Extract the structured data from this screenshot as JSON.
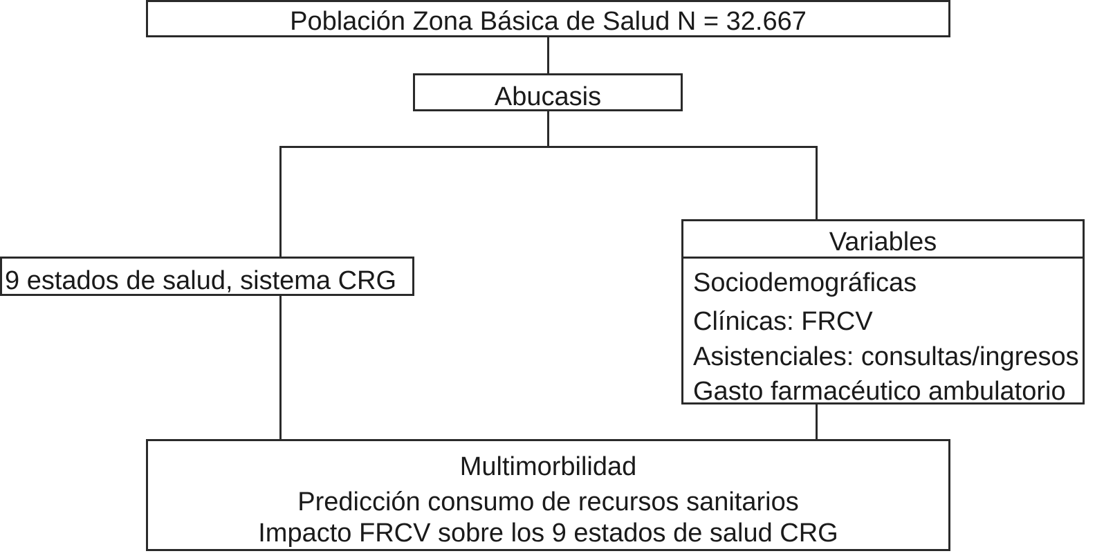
{
  "top_box": {
    "text": "Población Zona Básica de Salud N = 32.667"
  },
  "abucasis_box": {
    "text": "Abucasis"
  },
  "crg_box": {
    "text": "9 estados de salud, sistema CRG"
  },
  "variables_box": {
    "title": "Variables",
    "items": [
      "Sociodemográficas",
      "Clínicas: FRCV",
      "Asistenciales: consultas/ingresos",
      "Gasto farmacéutico ambulatorio"
    ]
  },
  "outcome_box": {
    "lines": [
      "Multimorbilidad",
      "Predicción consumo de recursos sanitarios",
      "Impacto FRCV sobre los 9 estados de salud CRG"
    ]
  }
}
